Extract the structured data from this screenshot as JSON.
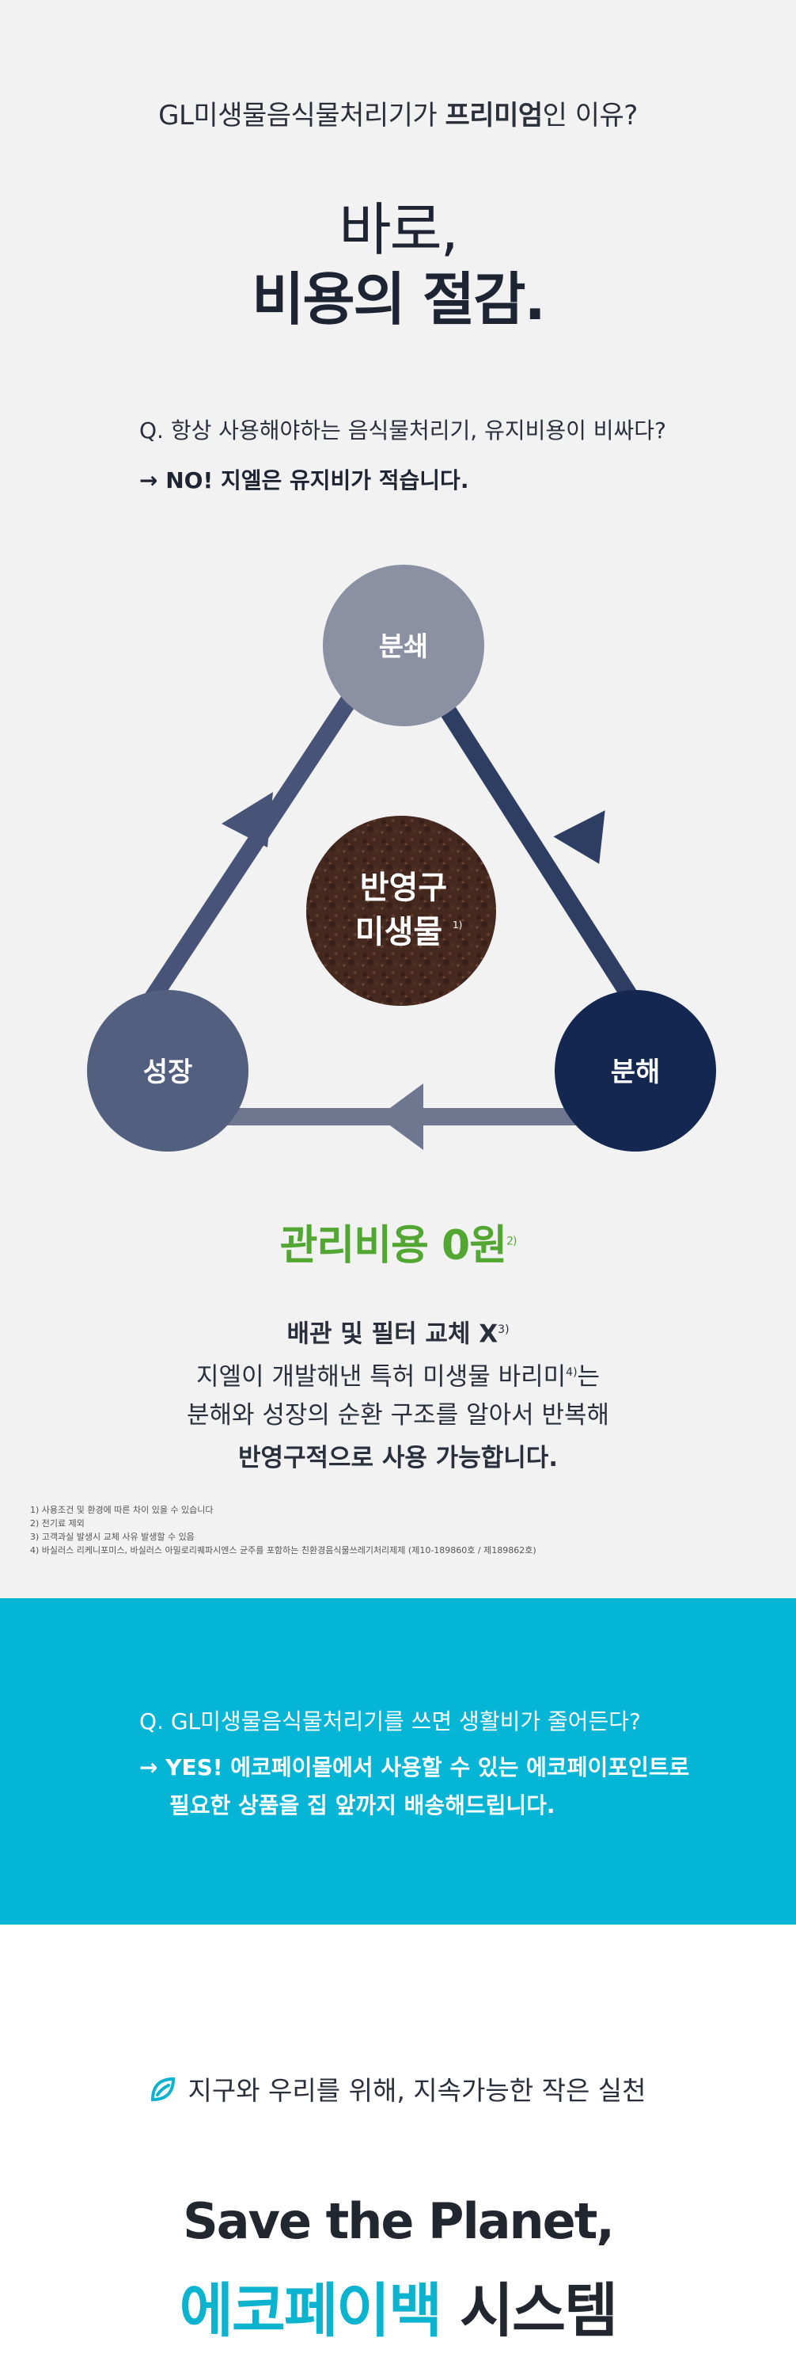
{
  "intro": {
    "eyebrow_pre": "GL미생물음식물처리기가 ",
    "eyebrow_bold": "프리미엄",
    "eyebrow_post": "인 이유?",
    "headline_line1": "바로,",
    "headline_line2": "비용의 절감."
  },
  "qa1": {
    "question": "Q. 항상 사용해야하는 음식물처리기, 유지비용이 비싸다?",
    "answer": "→ NO! 지엘은 유지비가 적습니다."
  },
  "cycle": {
    "top": "분쇄",
    "right": "분해",
    "left": "성장",
    "center_line1": "반영구",
    "center_line2": "미생물",
    "center_sup": "1)",
    "colors": {
      "top": "#8b90a3",
      "right": "#142751",
      "left": "#535f7e",
      "arrow_dark": "#2e3d62",
      "arrow_mid": "#475478",
      "arrow_light": "#6e7690"
    }
  },
  "cost": {
    "label": "관리비용 0원",
    "sup": "2)",
    "color": "#52a732"
  },
  "description": {
    "line1": "배관 및 필터 교체 X",
    "line1_sup": "3)",
    "line2_pre": "지엘이 개발해낸 특허 미생물 바리미",
    "line2_sup": "4)",
    "line2_post": "는",
    "line3": "분해와 성장의 순환 구조를 알아서 반복해",
    "line4": "반영구적으로 사용 가능합니다."
  },
  "footnotes": [
    "1) 사용조건 및 환경에 따른 차이 있을 수 있습니다",
    "2) 전기료 제외",
    "3) 고객과실 발생시 교체 사유 발생할 수 있음",
    "4) 바실러스 리케니포미스, 바실러스 아밀로리퀘파시엔스 균주를 포함하는 친환경음식물쓰레기처리제제 (제10-189860호 / 제189862호)"
  ],
  "qa2": {
    "question": "Q. GL미생물음식물처리기를 쓰면 생활비가 줄어든다?",
    "answer_line1": "→ YES! 에코페이몰에서 사용할 수 있는 에코페이포인트로",
    "answer_line2": "필요한 상품을 집 앞까지 배송해드립니다.",
    "background": "#04b5d6"
  },
  "closing": {
    "slogan": "지구와 우리를 위해, 지속가능한 작은 실천",
    "title": "Save the Planet,",
    "brand": "에코페이백",
    "brand_suffix": " 시스템",
    "brand_color": "#0cb3cf"
  }
}
